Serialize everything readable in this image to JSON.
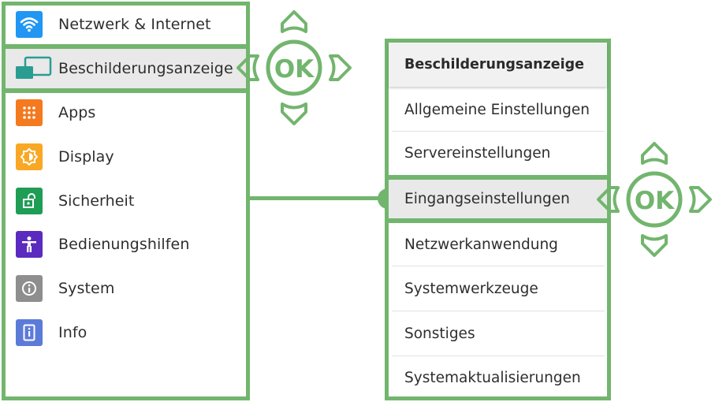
{
  "left_menu": {
    "items": [
      {
        "label": "Netzwerk & Internet",
        "icon": "wifi-icon",
        "color": "#2196f3"
      },
      {
        "label": "Beschilderungsanzeige",
        "icon": "signage-display-icon",
        "color": "#2a9d93"
      },
      {
        "label": "Apps",
        "icon": "apps-grid-icon",
        "color": "#f4791f"
      },
      {
        "label": "Display",
        "icon": "display-brightness-icon",
        "color": "#f9a825"
      },
      {
        "label": "Sicherheit",
        "icon": "unlock-icon",
        "color": "#1f9d55"
      },
      {
        "label": "Bedienungshilfen",
        "icon": "accessibility-icon",
        "color": "#5b2bbf"
      },
      {
        "label": "System",
        "icon": "info-circle-icon",
        "color": "#8e8e8e"
      },
      {
        "label": "Info",
        "icon": "device-info-icon",
        "color": "#5c7bd9"
      }
    ]
  },
  "right_menu": {
    "header": "Beschilderungsanzeige",
    "items": [
      "Allgemeine Einstellungen",
      "Servereinstellungen",
      "Eingangseinstellungen",
      "Netzwerkanwendung",
      "Systemwerkzeuge",
      "Sonstiges",
      "Systemaktualisierungen"
    ]
  },
  "remote": {
    "ok_label": "OK"
  },
  "colors": {
    "highlight_green": "#72b56e",
    "selected_row": "#e9e9e9"
  }
}
